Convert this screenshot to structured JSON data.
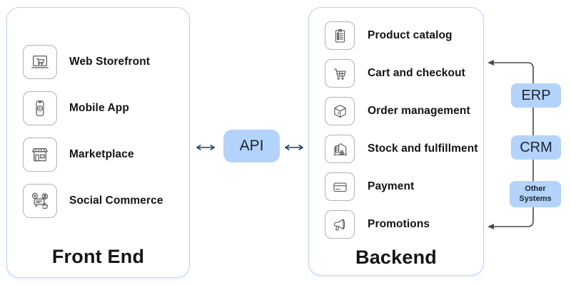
{
  "frontend": {
    "title": "Front End",
    "items": [
      {
        "label": "Web Storefront",
        "icon": "web-storefront-icon"
      },
      {
        "label": "Mobile App",
        "icon": "mobile-app-icon"
      },
      {
        "label": "Marketplace",
        "icon": "marketplace-icon"
      },
      {
        "label": "Social Commerce",
        "icon": "social-commerce-icon"
      }
    ]
  },
  "api": {
    "label": "API"
  },
  "backend": {
    "title": "Backend",
    "items": [
      {
        "label": "Product catalog",
        "icon": "product-catalog-icon"
      },
      {
        "label": "Cart and checkout",
        "icon": "cart-checkout-icon"
      },
      {
        "label": "Order management",
        "icon": "order-management-icon"
      },
      {
        "label": "Stock and fulfillment",
        "icon": "stock-fulfillment-icon"
      },
      {
        "label": "Payment",
        "icon": "payment-icon"
      },
      {
        "label": "Promotions",
        "icon": "promotions-icon"
      }
    ]
  },
  "external_systems": {
    "items": [
      {
        "label": "ERP"
      },
      {
        "label": "CRM"
      },
      {
        "label": "Other Systems"
      }
    ]
  },
  "colors": {
    "accent_blue": "#b3d3fa",
    "panel_border": "#bcd3f3",
    "arrow_navy": "#1f3b6d",
    "connector_gray": "#4b4b4b",
    "text": "#141414"
  }
}
